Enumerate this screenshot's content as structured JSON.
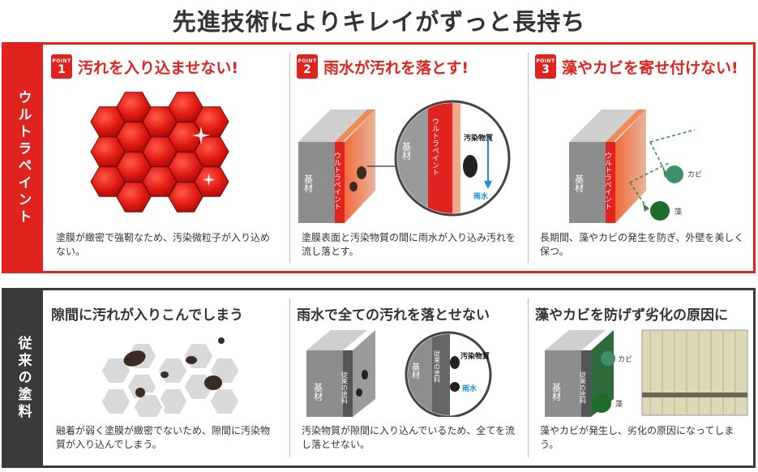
{
  "title": "先進技術によりキレイがずっと長持ち",
  "ultra": {
    "side_label": "ウルトラペイント",
    "point_word": "POINT",
    "points": [
      {
        "number": "1",
        "heading": "汚れを入り込ませない!",
        "description": "塗膜が緻密で強靭なため、汚染微粒子が入り込めない。"
      },
      {
        "number": "2",
        "heading": "雨水が汚れを落とす!",
        "description": "塗膜表面と汚染物質の間に雨水が入り込み汚れを流し落とす。"
      },
      {
        "number": "3",
        "heading": "藻やカビを寄せ付けない!",
        "description": "長期間、藻やカビの発生を防ぎ、外壁を美しく保つ。"
      }
    ],
    "labels": {
      "base": "基材",
      "paint": "ウルトラペイント",
      "pollutant": "汚染物質",
      "rain": "雨水",
      "mold": "カビ",
      "algae": "藻"
    }
  },
  "conventional": {
    "side_label": "従来の塗料",
    "items": [
      {
        "heading": "隙間に汚れが入りこんでしまう",
        "description": "融着が弱く塗膜が緻密でないため、隙間に汚染物質が入り込んでしまう。"
      },
      {
        "heading": "雨水で全ての汚れを落とせない",
        "description": "汚染物質が隙間に入り込んでいるため、全てを流し落とせない。"
      },
      {
        "heading": "藻やカビを防げず劣化の原因に",
        "description": "藻やカビが発生し、劣化の原因になってしまう。"
      }
    ],
    "labels": {
      "base": "基材",
      "paint": "従来の塗料",
      "pollutant": "汚染物質",
      "rain": "雨水",
      "mold": "カビ",
      "algae": "藻"
    }
  },
  "colors": {
    "accent_red": "#e0231e",
    "dark": "#3a3a3a"
  }
}
